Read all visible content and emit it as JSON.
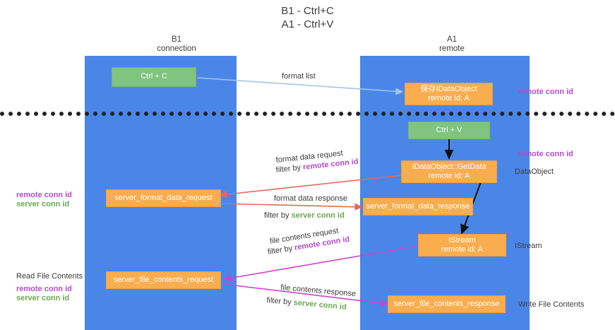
{
  "title": {
    "line1": "B1 - Ctrl+C",
    "line2": "A1 - Ctrl+V"
  },
  "columns": [
    {
      "id": "b1",
      "name": "B1",
      "role": "connection",
      "color": "#4a86e8"
    },
    {
      "id": "a1",
      "name": "A1",
      "role": "remote",
      "color": "#4a86e8"
    }
  ],
  "nodes": {
    "ctrl_c": {
      "line1": "Ctrl + C",
      "line2": "",
      "color": "#7fc47f"
    },
    "idataobject_top": {
      "line1": "保存IDataObject",
      "line2": "remote id: A",
      "color": "#f9ad4e"
    },
    "ctrl_v": {
      "line1": "Ctrl + V",
      "line2": "",
      "color": "#7fc47f"
    },
    "getdata": {
      "line1": "IDataObject::GetData",
      "line2": "remote id: A",
      "color": "#f9ad4e"
    },
    "server_format_data_request": {
      "line1": "server_format_data_request",
      "line2": "",
      "color": "#f9ad4e"
    },
    "server_format_data_response": {
      "line1": "server_format_data_response",
      "line2": "",
      "color": "#f9ad4e"
    },
    "istream": {
      "line1": "IStream",
      "line2": "remote id: A",
      "color": "#f9ad4e"
    },
    "server_file_contents_request": {
      "line1": "server_file_contents_request",
      "line2": "",
      "color": "#f9ad4e"
    },
    "server_file_contents_response": {
      "line1": "server_file_contents_response",
      "line2": "",
      "color": "#f9ad4e"
    }
  },
  "edge_labels": {
    "format_list": "format list",
    "format_data_request": "format data request",
    "format_data_request_filter_prefix": "filter by ",
    "format_data_request_filter_value": "remote conn id",
    "format_data_response": "format data response",
    "format_data_response_filter_prefix": "filter by ",
    "format_data_response_filter_value": "server conn id",
    "file_contents_request": "file contents request",
    "file_contents_request_filter_prefix": "filter by ",
    "file_contents_request_filter_value": "remote conn id",
    "file_contents_response": "file contents response",
    "file_contents_response_filter_prefix": "filter by ",
    "file_contents_response_filter_value": "server conn id"
  },
  "side_labels": {
    "right_remote_conn_id_top": "remote conn id",
    "right_remote_conn_id_mid": "remote conn id",
    "right_dataobject": "DataObject",
    "right_istream": "IStream",
    "right_write_file_contents": "Write File Contents",
    "left_remote_conn_id": "remote conn id",
    "left_server_conn_id": "server conn id",
    "left_read_file_contents": "Read File Contents",
    "left_remote_conn_id_2": "remote conn id",
    "left_server_conn_id_2": "server conn id"
  },
  "colors": {
    "column_blue": "#4a86e8",
    "node_green": "#7fc47f",
    "node_orange": "#f9ad4e",
    "purple": "#b44bc8",
    "green_text": "#6aa84f",
    "arrow_light_blue": "#9fc5e8",
    "arrow_red": "#e8675a",
    "arrow_magenta": "#cc44cc",
    "arrow_black": "#111111",
    "divider": "#222222"
  }
}
